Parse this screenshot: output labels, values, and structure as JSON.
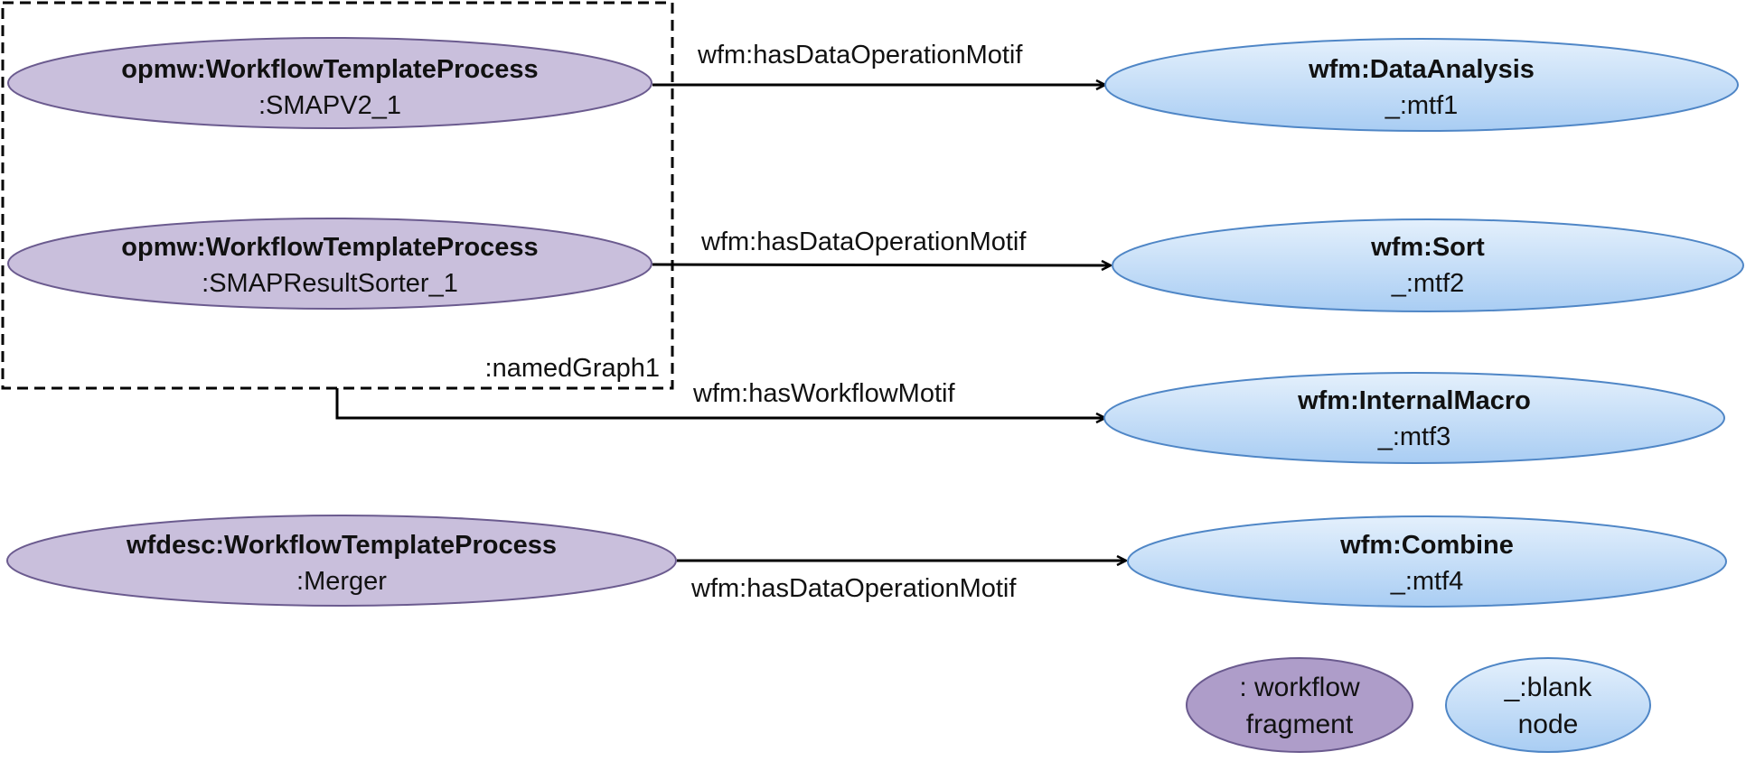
{
  "colors": {
    "workflow_fill": "#c9bfdc",
    "workflow_stroke": "#6b5b8f",
    "blank_fill": "#c4dcf7",
    "blank_stroke": "#4f86c6",
    "legend_workflow_fill": "#ae9dc9",
    "edge": "#000000"
  },
  "nodes": {
    "process1": {
      "type": "opmw:WorkflowTemplateProcess",
      "id": ":SMAPV2_1"
    },
    "process2": {
      "type": "opmw:WorkflowTemplateProcess",
      "id": ":SMAPResultSorter_1"
    },
    "process3": {
      "type": "wfdesc:WorkflowTemplateProcess",
      "id": ":Merger"
    },
    "motif1": {
      "type": "wfm:DataAnalysis",
      "id": "_:mtf1"
    },
    "motif2": {
      "type": "wfm:Sort",
      "id": "_:mtf2"
    },
    "motif3": {
      "type": "wfm:InternalMacro",
      "id": "_:mtf3"
    },
    "motif4": {
      "type": "wfm:Combine",
      "id": "_:mtf4"
    }
  },
  "graph": {
    "label": ":namedGraph1"
  },
  "edges": {
    "e1": "wfm:hasDataOperationMotif",
    "e2": "wfm:hasDataOperationMotif",
    "e3": "wfm:hasWorkflowMotif",
    "e4": "wfm:hasDataOperationMotif"
  },
  "legend": {
    "workflow_line1": ": workflow",
    "workflow_line2": "fragment",
    "blank_line1": "_:blank",
    "blank_line2": "node"
  }
}
